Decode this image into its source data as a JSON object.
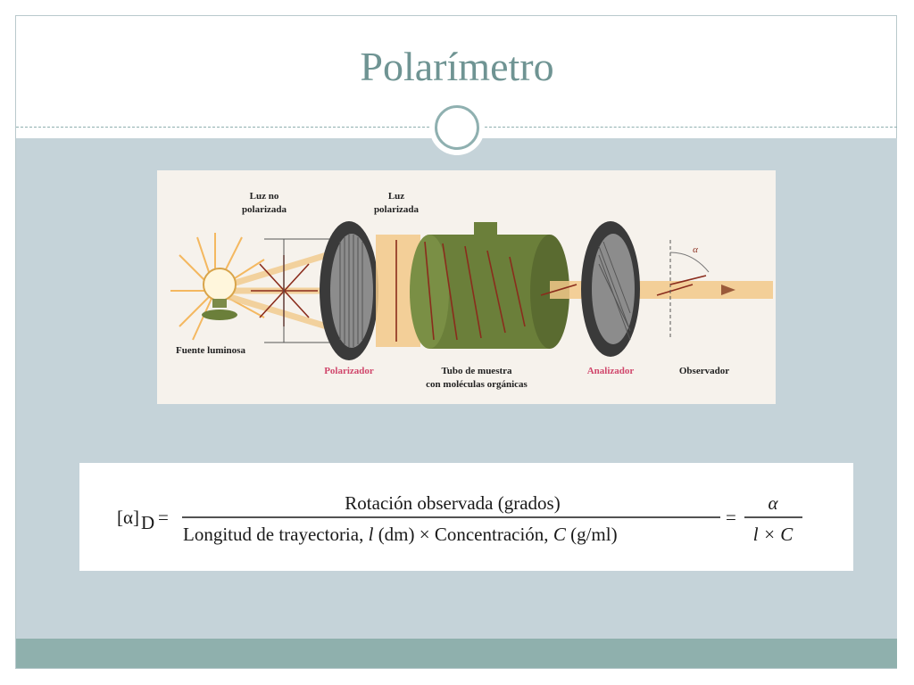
{
  "slide": {
    "title": "Polarímetro",
    "colors": {
      "title": "#6f9493",
      "panel": "#c5d3d9",
      "footer": "#8fb0ad",
      "ring": "#8fb0b0"
    }
  },
  "diagram": {
    "labels": {
      "unpolarized": [
        "Luz no",
        "polarizada"
      ],
      "polarized": [
        "Luz",
        "polarizada"
      ],
      "source": "Fuente luminosa",
      "polarizer": "Polarizador",
      "tube": [
        "Tubo de muestra",
        "con moléculas orgánicas"
      ],
      "analyzer": "Analizador",
      "observer": "Observador",
      "angle_symbol": "α"
    },
    "colors": {
      "beam": "#f2c98a",
      "arrows": "#8a2c1c",
      "tube": "#6b7f3a",
      "accent_label": "#d0466b"
    }
  },
  "formula": {
    "lhs": "[α]",
    "lhs_sub": "D",
    "equals": "=",
    "numerator": "Rotación observada (grados)",
    "denominator_a": "Longitud de trayectoria, ",
    "denominator_l": "l",
    "denominator_b": " (dm) × Concentración, ",
    "denominator_c": "C",
    "denominator_d": " (g/ml)",
    "rhs_num": "α",
    "rhs_den": "l × C"
  }
}
